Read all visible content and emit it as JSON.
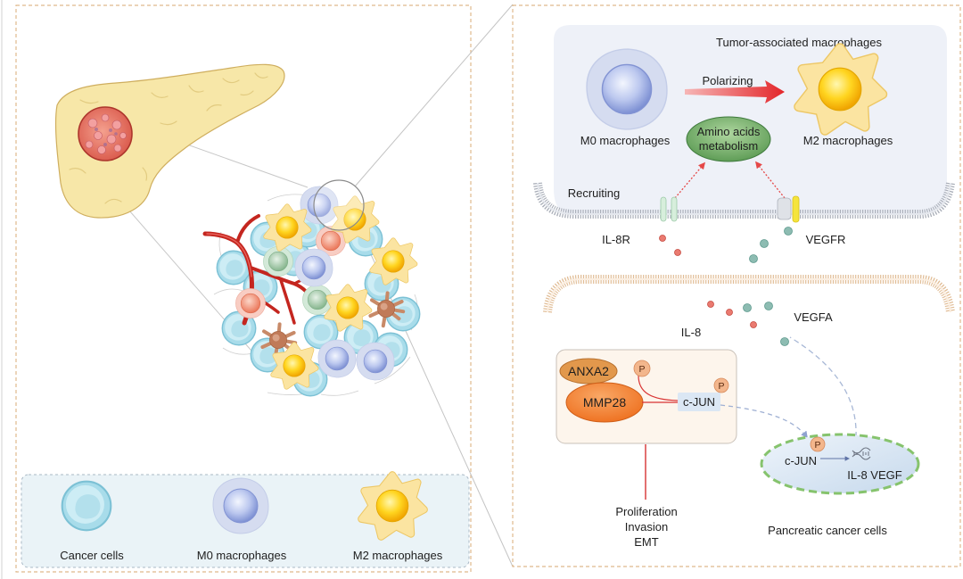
{
  "legend": [
    {
      "label": "Cancer cells",
      "icon": "cancer-cell-icon"
    },
    {
      "label": "M0 macrophages",
      "icon": "m0-macrophage-icon"
    },
    {
      "label": "M2 macrophages",
      "icon": "m2-macrophage-icon"
    }
  ],
  "macrophage": {
    "title": "Tumor-associated macrophages",
    "m0_label": "M0 macrophages",
    "m2_label": "M2 macrophages",
    "polarizing_label": "Polarizing",
    "metabolism_label": [
      "Amino acids",
      "metabolism"
    ],
    "recruiting_label": "Recruiting",
    "il8r_label": "IL-8R",
    "vegfr_label": "VEGFR"
  },
  "signals": {
    "il8_label": "IL-8",
    "vegfa_label": "VEGFA"
  },
  "cancer_cell": {
    "anxa2_label": "ANXA2",
    "mmp28_label": "MMP28",
    "phospho_label": "P",
    "cjun_label": "c-JUN",
    "nucleus_cjun_label": "c-JUN",
    "nucleus_genes_label": "IL-8 VEGF",
    "outcomes": [
      "Proliferation",
      "Invasion",
      "EMT"
    ],
    "title": "Pancreatic cancer cells"
  },
  "colors": {
    "panel_border": "#dfb98c",
    "polarizing_arrow": "#e52b2b",
    "m0_core": "#8c9ddb",
    "m2_core": "#ffd21f",
    "cancer_cell": "#a8dcea",
    "metabolism": "#5e9e56",
    "mmp28": "#f07d2d",
    "nucleus_border": "#86c36d"
  }
}
